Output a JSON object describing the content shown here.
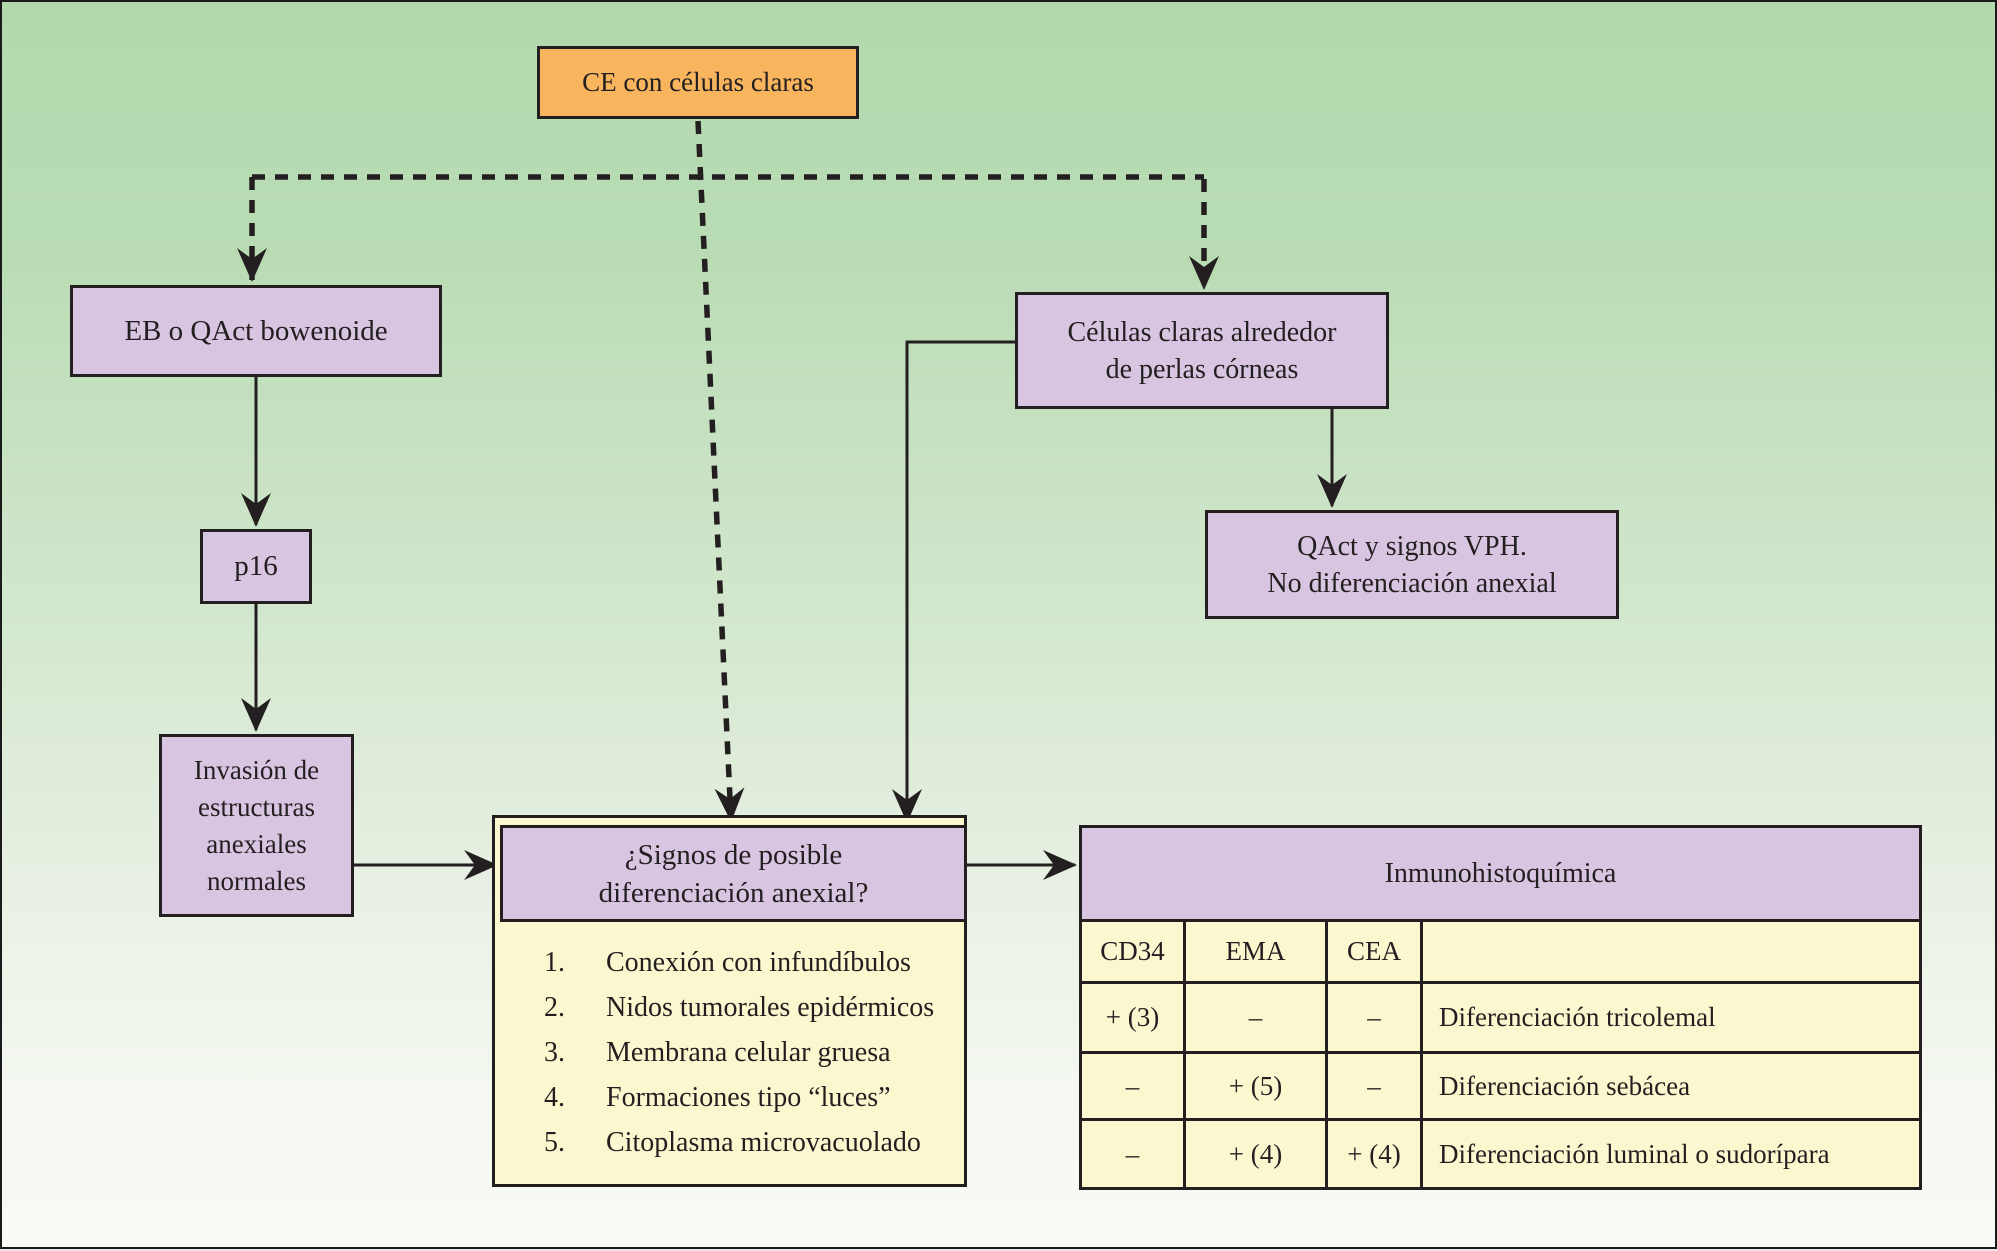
{
  "colors": {
    "orange": "#f8b55e",
    "purple": "#d8c5e1",
    "yellow": "#fbf7cf",
    "ink": "#231f20"
  },
  "flowchart": {
    "root": {
      "label": "CE con células claras"
    },
    "eb_box": {
      "label": "EB o QAct bowenoide"
    },
    "p16_box": {
      "label": "p16"
    },
    "invasion_box": {
      "label": "Invasión de estructuras anexiales normales"
    },
    "celulas_box": {
      "line1": "Células claras alrededor",
      "line2": "de perlas córneas"
    },
    "qact_box": {
      "line1": "QAct y signos VPH.",
      "line2": "No diferenciación anexial"
    },
    "question_box": {
      "line1": "¿Signos de posible",
      "line2": "diferenciación anexial?",
      "items": [
        {
          "num": "1.",
          "text": "Conexión con infundíbulos"
        },
        {
          "num": "2.",
          "text": "Nidos tumorales epidérmicos"
        },
        {
          "num": "3.",
          "text": "Membrana celular gruesa"
        },
        {
          "num": "4.",
          "text": "Formaciones tipo “luces”"
        },
        {
          "num": "5.",
          "text": "Citoplasma microvacuolado"
        }
      ]
    },
    "table": {
      "title": "Inmunohistoquímica",
      "columns": [
        "CD34",
        "EMA",
        "CEA",
        ""
      ],
      "rows": [
        [
          "+ (3)",
          "–",
          "–",
          "Diferenciación tricolemal"
        ],
        [
          "–",
          "+ (5)",
          "–",
          "Diferenciación sebácea"
        ],
        [
          "–",
          "+ (4)",
          "+ (4)",
          "Diferenciación luminal o sudorípara"
        ]
      ]
    }
  }
}
